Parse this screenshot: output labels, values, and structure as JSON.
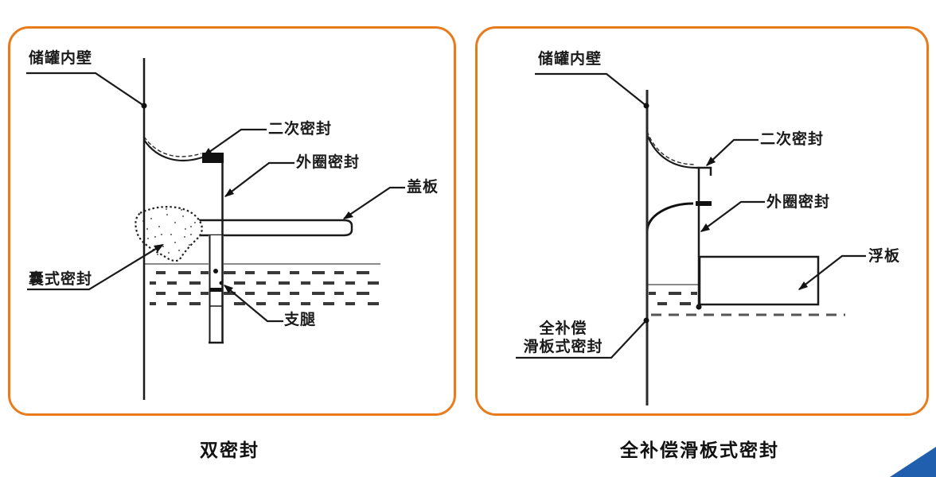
{
  "figure": {
    "panels": [
      {
        "caption": "双密封",
        "labels": {
          "tank_wall": "储罐内壁",
          "secondary_seal": "二次密封",
          "outer_ring_seal": "外圈密封",
          "cover_plate": "盖板",
          "bladder_seal": "囊式密封",
          "support_leg": "支腿"
        }
      },
      {
        "caption": "全补偿滑板式密封",
        "labels": {
          "tank_wall": "储罐内壁",
          "secondary_seal": "二次密封",
          "outer_ring_seal": "外圈密封",
          "float_plate": "浮板",
          "full_comp_line1": "全补偿",
          "full_comp_line2": "滑板式密封"
        }
      }
    ],
    "colors": {
      "panel_border": "#e87b1c",
      "corner_triangle": "#1f5fae",
      "ink": "#1a1a1a",
      "liquid_line": "#8a8a8a"
    }
  }
}
